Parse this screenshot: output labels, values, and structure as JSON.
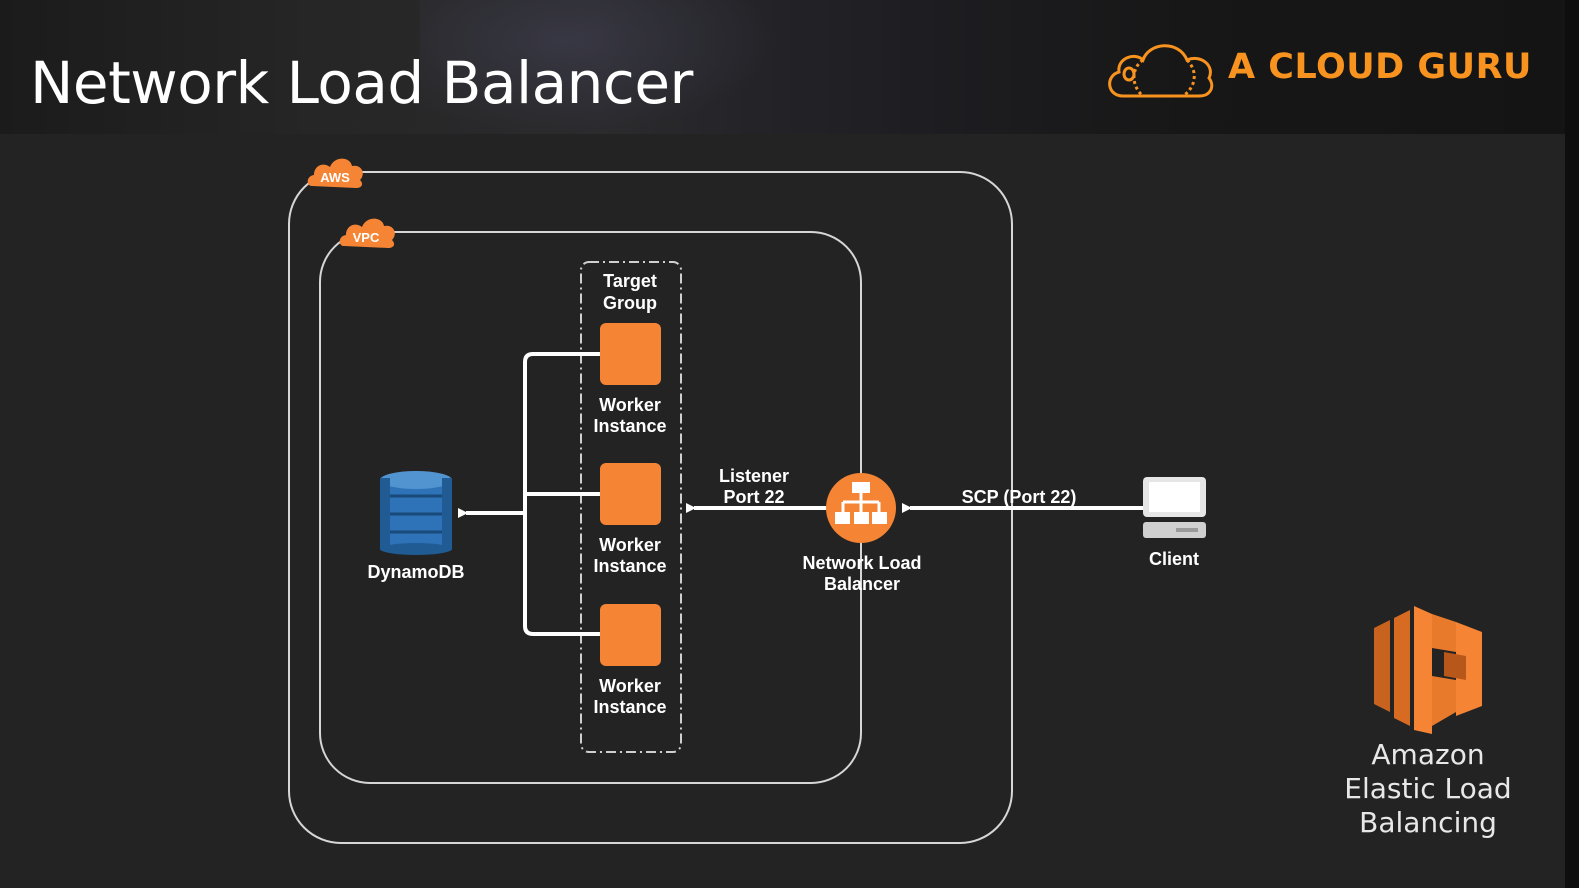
{
  "header": {
    "title": "Network Load Balancer",
    "brand": "A CLOUD GURU"
  },
  "diagram": {
    "aws_badge": "AWS",
    "vpc_badge": "VPC",
    "target_group_line1": "Target",
    "target_group_line2": "Group",
    "worker_line1": "Worker",
    "worker_line2": "Instance",
    "dynamodb": "DynamoDB",
    "listener_line1": "Listener",
    "listener_line2": "Port 22",
    "nlb_line1": "Network Load",
    "nlb_line2": "Balancer",
    "scp": "SCP (Port 22)",
    "client": "Client"
  },
  "service": {
    "line1": "Amazon",
    "line2": "Elastic Load",
    "line3": "Balancing"
  },
  "colors": {
    "accent": "#f7931e",
    "instance": "#f58534",
    "dynamodb": "#2e73b8",
    "background": "#232323"
  },
  "icons": [
    "cloud-logo-icon",
    "aws-cloud-icon",
    "vpc-cloud-icon",
    "dynamodb-icon",
    "load-balancer-icon",
    "client-computer-icon",
    "elastic-load-balancing-icon"
  ]
}
